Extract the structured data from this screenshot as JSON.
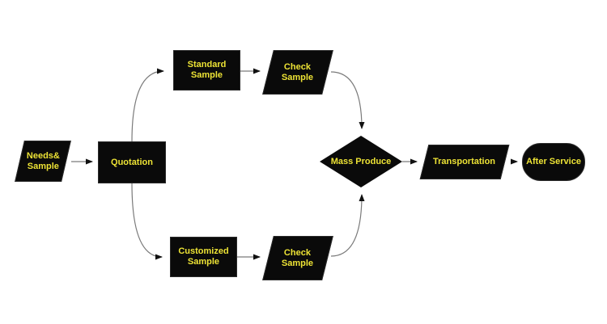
{
  "diagram": {
    "type": "flowchart",
    "colors": {
      "background": "#ffffff",
      "shape_fill": "#0a0a0a",
      "label_text": "#ede335",
      "connector_line": "#7a7a7a",
      "arrowhead": "#111111"
    },
    "nodes": {
      "needs_sample": {
        "label": "Needs&\nSample",
        "shape": "parallelogram"
      },
      "quotation": {
        "label": "Quotation",
        "shape": "rectangle"
      },
      "standard_sample": {
        "label": "Standard\nSample",
        "shape": "rectangle"
      },
      "check_sample_top": {
        "label": "Check\nSample",
        "shape": "parallelogram"
      },
      "customized_sample": {
        "label": "Customized\nSample",
        "shape": "rectangle"
      },
      "check_sample_bottom": {
        "label": "Check\nSample",
        "shape": "parallelogram"
      },
      "mass_produce": {
        "label": "Mass Produce",
        "shape": "diamond"
      },
      "transportation": {
        "label": "Transportation",
        "shape": "parallelogram"
      },
      "after_service": {
        "label": "After Service",
        "shape": "stadium"
      }
    },
    "edges": [
      {
        "from": "needs_sample",
        "to": "quotation"
      },
      {
        "from": "quotation",
        "to": "standard_sample"
      },
      {
        "from": "standard_sample",
        "to": "check_sample_top"
      },
      {
        "from": "check_sample_top",
        "to": "mass_produce"
      },
      {
        "from": "quotation",
        "to": "customized_sample"
      },
      {
        "from": "customized_sample",
        "to": "check_sample_bottom"
      },
      {
        "from": "check_sample_bottom",
        "to": "mass_produce"
      },
      {
        "from": "mass_produce",
        "to": "transportation"
      },
      {
        "from": "transportation",
        "to": "after_service"
      }
    ]
  }
}
